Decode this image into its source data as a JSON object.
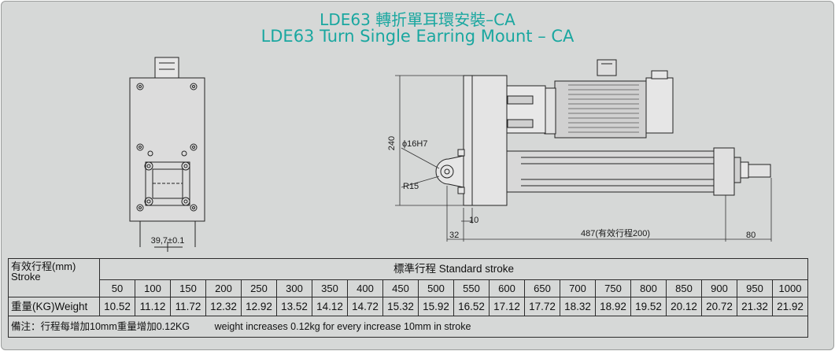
{
  "title_cn": "LDE63 轉折單耳環安裝–CA",
  "title_en": "LDE63 Turn Single Earring Mount – CA",
  "drawing": {
    "front_dim": "39,7±0.1",
    "side_labels": {
      "height": "240",
      "bore": "ϕ16H7",
      "radius": "R15",
      "dim10": "10",
      "dim32": "32",
      "length": "487(有效行程200)",
      "dim80": "80"
    }
  },
  "table": {
    "stroke_header_cn": "有效行程(mm)",
    "stroke_header_en": "Stroke",
    "standard_stroke": "標準行程   Standard stroke",
    "strokes": [
      "50",
      "100",
      "150",
      "200",
      "250",
      "300",
      "350",
      "400",
      "450",
      "500",
      "550",
      "600",
      "650",
      "700",
      "750",
      "800",
      "850",
      "900",
      "950",
      "1000"
    ],
    "weight_label": "重量(KG)Weight",
    "weights": [
      "10.52",
      "11.12",
      "11.72",
      "12.32",
      "12.92",
      "13.52",
      "14.12",
      "14.72",
      "15.32",
      "15.92",
      "16.52",
      "17.12",
      "17.72",
      "18.32",
      "18.92",
      "19.52",
      "20.12",
      "20.72",
      "21.32",
      "21.92"
    ],
    "note_cn": "備注：行程每增加10mm重量增加0.12KG",
    "note_en": "weight increases 0.12kg for every increase 10mm in stroke"
  }
}
